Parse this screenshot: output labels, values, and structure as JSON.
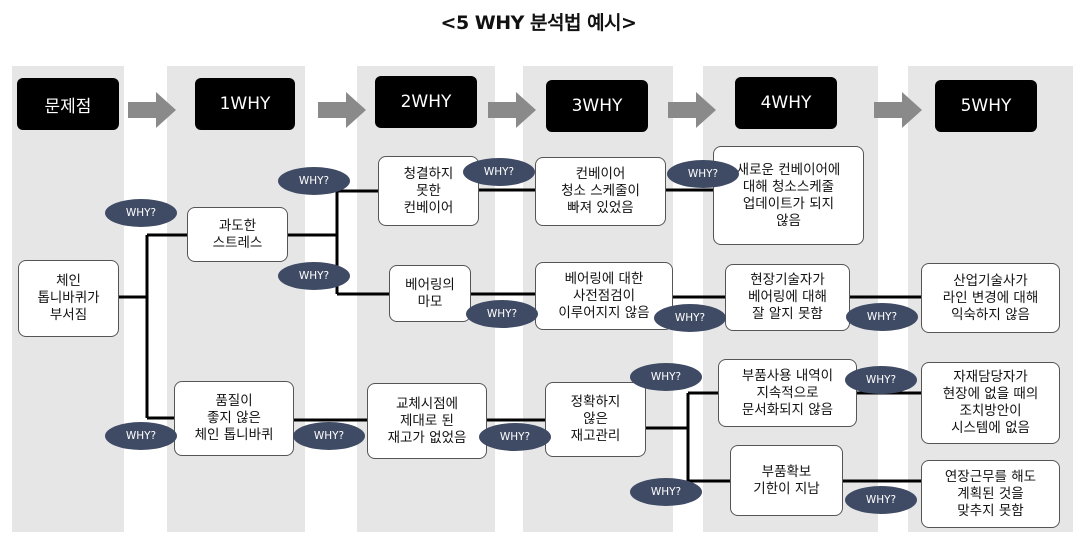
{
  "title": "<5 WHY 분석법 예시>",
  "headers": [
    "문제점",
    "1WHY",
    "2WHY",
    "3WHY",
    "4WHY",
    "5WHY"
  ],
  "why_label": "WHY?",
  "boxes": {
    "problem": "체인\n톱니바퀴가\n부서짐",
    "w1_a": "과도한\n스트레스",
    "w1_b": "품질이\n좋지 않은\n체인 톱니바퀴",
    "w2_a": "청결하지\n못한\n컨베이어",
    "w2_b": "베어링의\n마모",
    "w2_c": "교체시점에\n제대로 된\n재고가 없었음",
    "w3_a": "컨베이어\n청소 스케줄이\n빠져 있었음",
    "w3_b": "베어링에 대한\n사전점검이\n이루어지지 않음",
    "w3_c": "정확하지\n않은\n재고관리",
    "w4_a": "새로운 컨베이어에\n대해 청소스케줄\n업데이트가 되지\n않음",
    "w4_b": "현장기술자가\n베어링에 대해\n잘 알지 못함",
    "w4_c": "부품사용 내역이\n지속적으로\n문서화되지 않음",
    "w4_d": "부품확보\n기한이 지남",
    "w5_a": "산업기술사가\n라인 변경에 대해\n익숙하지 않음",
    "w5_b": "자재담당자가\n현장에 없을 때의\n조치방안이\n시스템에 없음",
    "w5_c": "연장근무를 해도\n계획된 것을\n맞추지 못함"
  }
}
